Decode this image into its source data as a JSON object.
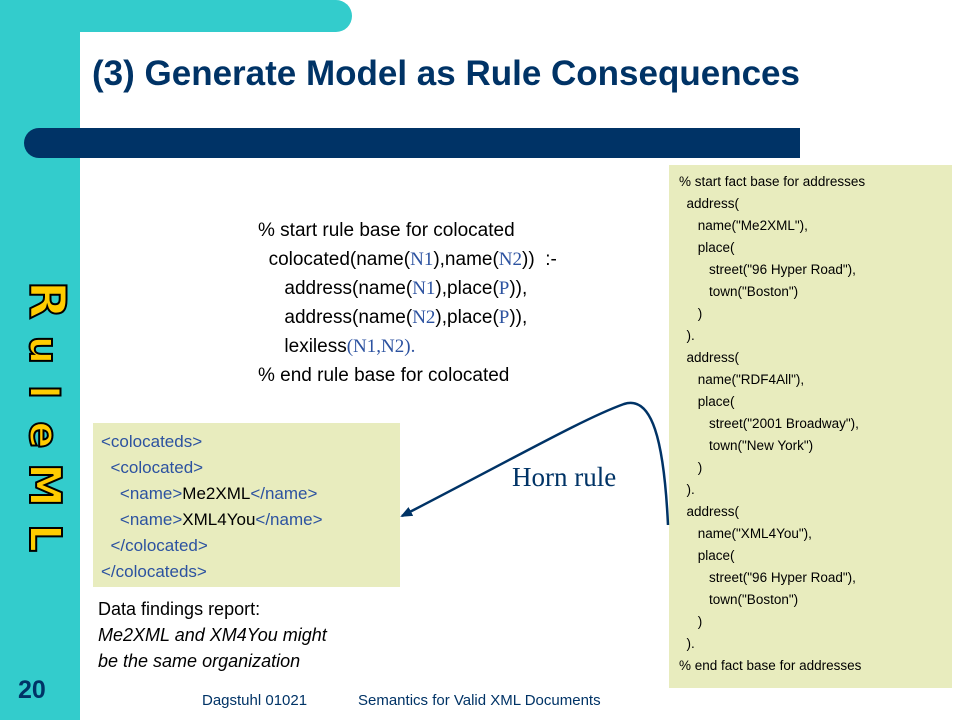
{
  "title": "(3) Generate Model as Rule Consequences",
  "logo": {
    "text": "RuleML",
    "letters": [
      "R",
      "u",
      "l",
      "e",
      "M",
      "L"
    ]
  },
  "rule_base": {
    "start": "% start rule base for colocated",
    "head_pre": "colocated(name(",
    "v1": "N1",
    "head_mid": "),name(",
    "v2": "N2",
    "head_post": "))  :-",
    "body1_pre": "address(name(",
    "body1_v": "N1",
    "body1_mid": "),place(",
    "body1_p": "P",
    "body1_post": ")),",
    "body2_pre": "address(name(",
    "body2_v": "N2",
    "body2_mid": "),place(",
    "body2_p": "P",
    "body2_post": ")),",
    "lex_pre": "lexiless",
    "lex_args": "(N1,N2).",
    "end": "% end rule base for colocated"
  },
  "xml_result": {
    "l1": "<colocateds>",
    "l2": "<colocated>",
    "l3_open": "<name>",
    "l3_text": "Me2XML",
    "l3_close": "</name>",
    "l4_open": "<name>",
    "l4_text": "XML4You",
    "l4_close": "</name>",
    "l5": "</colocated>",
    "l6": "</colocateds>"
  },
  "findings": {
    "line1": "Data findings report:",
    "line2": "Me2XML and XM4You might",
    "line3": "be the same organization"
  },
  "horn_label": "Horn rule",
  "fact_base": [
    "% start fact base for addresses",
    "  address(",
    "     name(\"Me2XML\"),",
    "     place(",
    "        street(\"96 Hyper Road\"),",
    "        town(\"Boston\")",
    "     )",
    "  ).",
    "  address(",
    "     name(\"RDF4All\"),",
    "     place(",
    "        street(\"2001 Broadway\"),",
    "        town(\"New York\")",
    "     )",
    "  ).",
    "  address(",
    "     name(\"XML4You\"),",
    "     place(",
    "        street(\"96 Hyper Road\"),",
    "        town(\"Boston\")",
    "     )",
    "  ).",
    "% end fact base for addresses"
  ],
  "footer": {
    "slide_number": "20",
    "left": "Dagstuhl 01021",
    "center": "Semantics for Valid XML Documents"
  },
  "colors": {
    "sidebar": "#33cccc",
    "title": "#003366",
    "box": "#e8ecbe",
    "logo": "#ffcc00"
  }
}
